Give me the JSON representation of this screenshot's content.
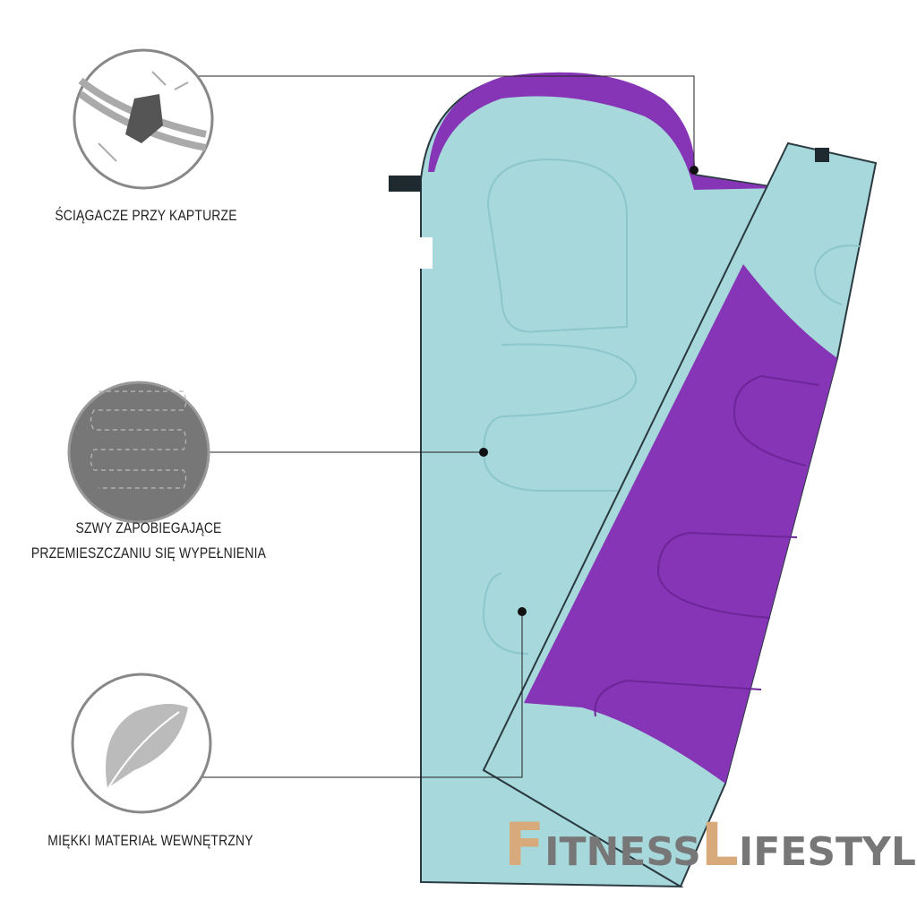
{
  "features": [
    {
      "label": "ŚCIĄGACZE PRZY KAPTURZE",
      "icon": "drawcord-toggle-icon"
    },
    {
      "label_line1": "SZWY ZAPOBIEGAJĄCE",
      "label_line2": "PRZEMIESZCZANIU SIĘ WYPEŁNIENIA",
      "icon": "quilted-stitching-icon"
    },
    {
      "label": "MIĘKKI MATERIAŁ WEWNĘTRZNY",
      "icon": "feather-icon"
    }
  ],
  "logo": {
    "first_initial": "F",
    "first_rest": "ITNESS",
    "second_initial": "L",
    "second_rest": "IFESTYLE"
  },
  "colors": {
    "teal": "#a6d8dc",
    "purple": "#8535b5",
    "accent": "#d8a97a",
    "logo_gray": "#777777"
  }
}
